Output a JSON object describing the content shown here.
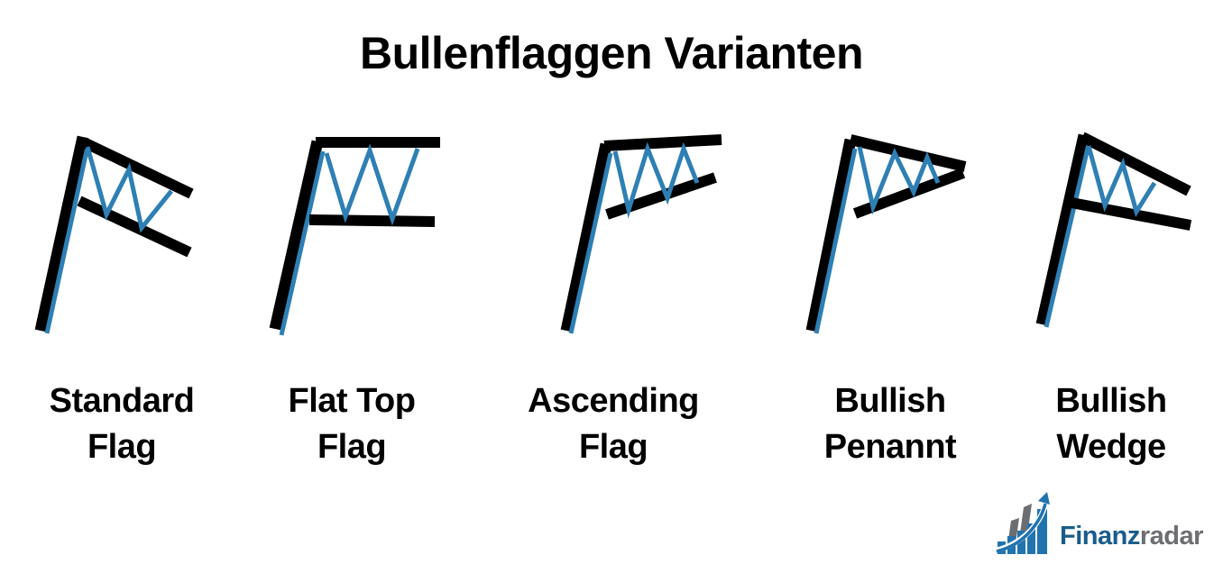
{
  "title": "Bullenflaggen Varianten",
  "flags": [
    {
      "name": "standard-flag",
      "label": {
        "line1": "Standard",
        "line2": "Flag"
      }
    },
    {
      "name": "flat-top-flag",
      "label": {
        "line1": "Flat Top",
        "line2": "Flag"
      }
    },
    {
      "name": "ascending-flag",
      "label": {
        "line1": "Ascending",
        "line2": "Flag"
      }
    },
    {
      "name": "bullish-pennant",
      "label": {
        "line1": "Bullish",
        "line2": "Penannt"
      }
    },
    {
      "name": "bullish-wedge",
      "label": {
        "line1": "Bullish",
        "line2": "Wedge"
      }
    }
  ],
  "logo": {
    "brand_primary": "Finanz",
    "brand_secondary": "radar",
    "icon": "rising-bar-chart-arrow-icon"
  },
  "colors": {
    "ink": "#000000",
    "line_blue": "#2e7fb4",
    "logo_blue": "#195c8c",
    "logo_arrow_blue": "#2173ae",
    "logo_gray": "#6d6e71",
    "background": "#ffffff"
  }
}
